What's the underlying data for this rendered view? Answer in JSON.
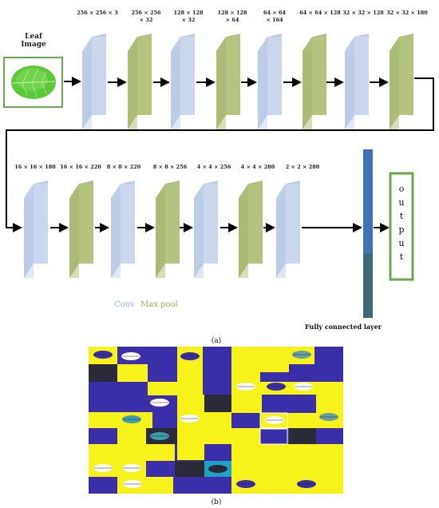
{
  "figure_a": {
    "input": {
      "title_line1": "Leaf",
      "title_line2": "Image"
    },
    "row1": [
      {
        "kind": "conv",
        "dim": [
          "256 × 256 × 3"
        ]
      },
      {
        "kind": "pool",
        "dim": [
          "256 × 256",
          "× 32"
        ]
      },
      {
        "kind": "conv",
        "dim": [
          "128 × 128",
          "× 32"
        ]
      },
      {
        "kind": "pool",
        "dim": [
          "128 × 128",
          "× 64"
        ]
      },
      {
        "kind": "conv",
        "dim": [
          "64 × 64",
          "× 164"
        ]
      },
      {
        "kind": "pool",
        "dim": [
          "64 × 64 × 128"
        ]
      },
      {
        "kind": "conv",
        "dim": [
          "32 × 32 × 128"
        ]
      },
      {
        "kind": "pool",
        "dim": [
          "32 × 32 × 180"
        ]
      }
    ],
    "row2": [
      {
        "kind": "conv",
        "dim": [
          "16 × 16 × 180"
        ]
      },
      {
        "kind": "pool",
        "dim": [
          "16 × 16 × 220"
        ]
      },
      {
        "kind": "conv",
        "dim": [
          "8 × 8 × 220"
        ]
      },
      {
        "kind": "pool",
        "dim": [
          "8 × 8 × 256"
        ]
      },
      {
        "kind": "conv",
        "dim": [
          "4 × 4 × 256"
        ]
      },
      {
        "kind": "pool",
        "dim": [
          "4 × 4 × 280"
        ]
      },
      {
        "kind": "conv",
        "dim": [
          "2 × 2 × 280"
        ]
      }
    ],
    "legend": {
      "conv": "Conv",
      "pool": "Max pool"
    },
    "fc_label": "Fully connected layer",
    "output_letters": [
      "o",
      "u",
      "t",
      "p",
      "u",
      "t"
    ],
    "caption": "(a)"
  },
  "figure_b": {
    "caption": "(b)"
  },
  "colors": {
    "conv_front": "#c9d6ec",
    "conv_side": "#b0c1de",
    "pool_front": "#b4c47e",
    "pool_side": "#9fb06a",
    "fc_top": "#3f73b8",
    "fc_bottom": "#3d6b72",
    "output_border": "#6aa84f",
    "legend_conv": "#9fb6dc",
    "legend_pool": "#9aaf5a",
    "mosaic_blue": "#3a2fa8",
    "mosaic_yellow": "#f7f21a"
  }
}
